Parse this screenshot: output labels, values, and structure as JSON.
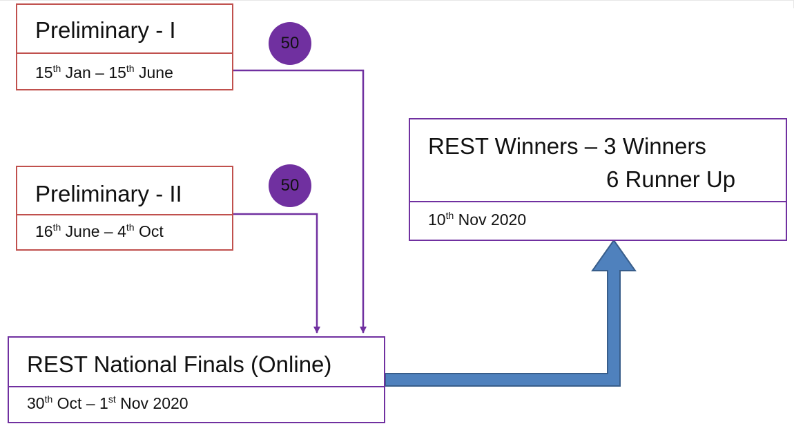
{
  "colors": {
    "stage_border": "#c0504d",
    "final_border": "#7030a0",
    "badge_fill": "#7030a0",
    "arrow_fill": "#4f81bd",
    "arrow_stroke": "#385d8a"
  },
  "stages": {
    "prelim1": {
      "title": "Preliminary - I",
      "date": {
        "d1": "15",
        "s1": "th",
        "m1": " Jan – ",
        "d2": "15",
        "s2": "th",
        "m2": " June"
      }
    },
    "prelim2": {
      "title": "Preliminary - II",
      "date": {
        "d1": "16",
        "s1": "th",
        "m1": " June – ",
        "d2": "4",
        "s2": "th",
        "m2": " Oct"
      }
    },
    "finals": {
      "title": "REST National Finals (Online)",
      "date": {
        "d1": "30",
        "s1": "th",
        "m1": " Oct – ",
        "d2": "1",
        "s2": "st",
        "m2": " Nov 2020"
      }
    },
    "winners": {
      "title_line1": "REST Winners – 3 Winners",
      "title_line2": "6 Runner Up",
      "date": {
        "d1": "10",
        "s1": "th",
        "m1": " Nov 2020"
      }
    }
  },
  "badges": {
    "prelim1_count": "50",
    "prelim2_count": "50"
  }
}
